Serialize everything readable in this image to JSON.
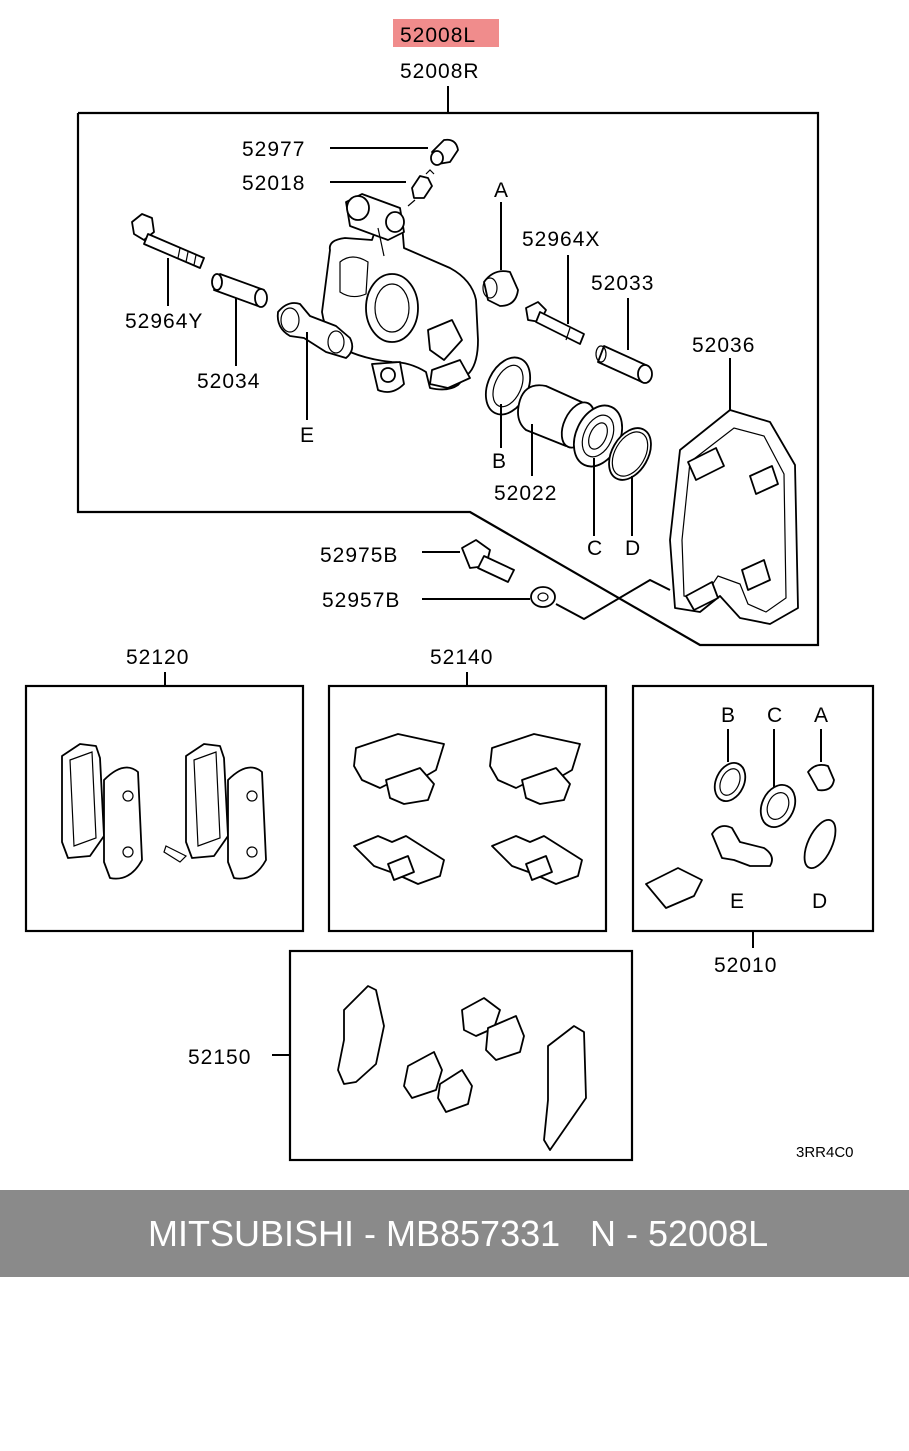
{
  "diagram": {
    "assembly_numbers": {
      "left_highlighted": "52008L",
      "right": "52008R"
    },
    "highlight_color": "#f08c8c",
    "part_labels": {
      "p52977": "52977",
      "p52018": "52018",
      "p52964y": "52964Y",
      "p52034": "52034",
      "pE_main": "E",
      "pA_main": "A",
      "p52964x": "52964X",
      "p52033": "52033",
      "p52036": "52036",
      "pB_main": "B",
      "p52022": "52022",
      "pC_main": "C",
      "pD_main": "D",
      "p52975b": "52975B",
      "p52957b": "52957B",
      "p52120": "52120",
      "p52140": "52140",
      "pB_kit": "B",
      "pC_kit": "C",
      "pA_kit": "A",
      "pE_kit": "E",
      "pD_kit": "D",
      "p52010": "52010",
      "p52150": "52150"
    },
    "diagram_code": "3RR4C0"
  },
  "footer": {
    "brand_part": "MITSUBISHI - MB857331",
    "reference": "N - 52008L",
    "background": "#8a8a8a"
  }
}
